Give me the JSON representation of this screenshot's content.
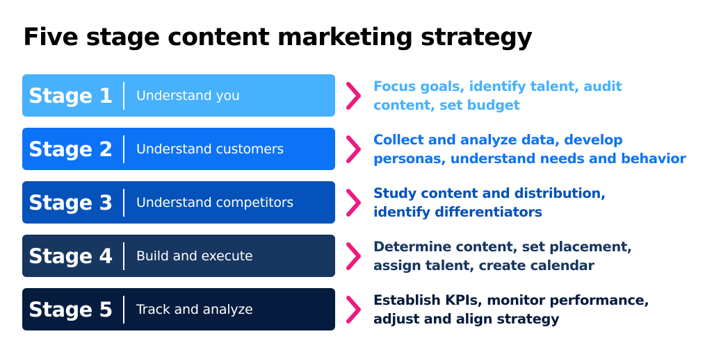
{
  "title": "Five stage content marketing strategy",
  "accent_color": "#ee1a7c",
  "stages": [
    {
      "label": "Stage 1",
      "name": "Understand you",
      "desc_line1": "Focus goals, identify talent, audit",
      "desc_line2": "content, set budget",
      "color": "#47b1fd"
    },
    {
      "label": "Stage 2",
      "name": "Understand customers",
      "desc_line1": "Collect and analyze data, develop",
      "desc_line2": "personas, understand needs and behavior",
      "color": "#0d73f6"
    },
    {
      "label": "Stage 3",
      "name": "Understand competitors",
      "desc_line1": "Study content and distribution,",
      "desc_line2": "identify differentiators",
      "color": "#0452ba"
    },
    {
      "label": "Stage 4",
      "name": "Build and execute",
      "desc_line1": "Determine content, set placement,",
      "desc_line2": "assign talent, create calendar",
      "color": "#173660"
    },
    {
      "label": "Stage 5",
      "name": "Track and analyze",
      "desc_line1": "Establish KPIs, monitor performance,",
      "desc_line2": "adjust and align strategy",
      "color": "#051c3e"
    }
  ]
}
